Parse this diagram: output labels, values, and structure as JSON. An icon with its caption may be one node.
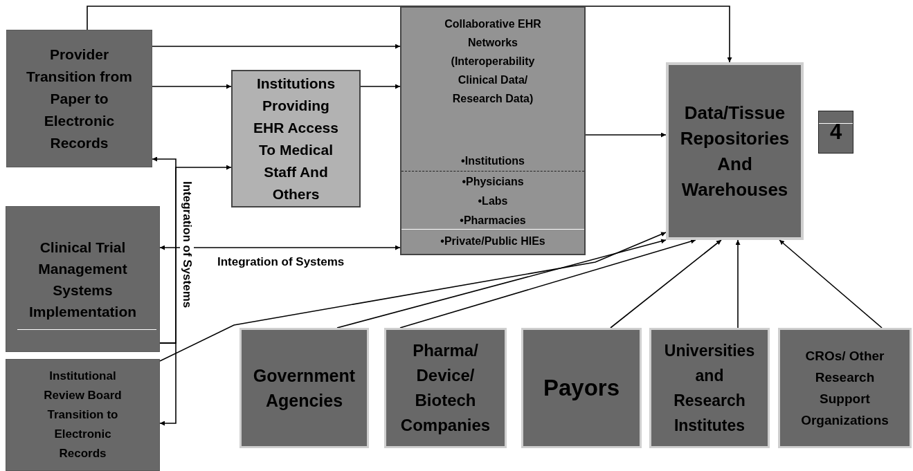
{
  "diagram": {
    "nodes": [
      {
        "text": [
          "Provider Transition from Paper to Electronic Records"
        ]
      },
      {
        "text": [
          "Institutions Providing EHR Access To Medical Staff And Others"
        ]
      },
      {
        "text": [
          "Collaborative EHR Networks (Interoperability Clinical Data/ Research Data)",
          "•Institutions",
          "•Physicians",
          "•Labs",
          "•Pharmacies",
          "•Private/Public HIEs"
        ]
      },
      {
        "text": [
          "Data/Tissue Repositories And Warehouses"
        ]
      },
      {
        "text": [
          "4"
        ]
      },
      {
        "text": [
          "Clinical Trial Management Systems Implementation"
        ]
      },
      {
        "text": [
          "Institutional Review Board Transition to Electronic Records"
        ]
      },
      {
        "text": [
          "Government Agencies"
        ]
      },
      {
        "text": [
          "Pharma/ Device/ Biotech Companies"
        ]
      },
      {
        "text": [
          "Payors"
        ]
      },
      {
        "text": [
          "Universities and Research Institutes"
        ]
      },
      {
        "text": [
          "CROs/ Other Research Support Organizations"
        ]
      }
    ],
    "edges": [
      {
        "from": 0,
        "to": 3,
        "arrow": "to"
      },
      {
        "from": 0,
        "to": 2,
        "arrow": "to"
      },
      {
        "from": 0,
        "to": 1,
        "arrow": "to"
      },
      {
        "from": 1,
        "to": 2,
        "arrow": "to"
      },
      {
        "from": 2,
        "to": 3,
        "arrow": "to"
      },
      {
        "from": 5,
        "to": 0,
        "arrow": "to"
      },
      {
        "from": 5,
        "to": 1,
        "arrow": "to",
        "label": "Integration of Systems"
      },
      {
        "from": 5,
        "to": 6,
        "arrow": "to"
      },
      {
        "from": 5,
        "to": 2,
        "arrow": "both",
        "label": "Integration of Systems"
      },
      {
        "from": 6,
        "to": 3,
        "arrow": "to"
      },
      {
        "from": 7,
        "to": 3,
        "arrow": "to"
      },
      {
        "from": 8,
        "to": 3,
        "arrow": "to"
      },
      {
        "from": 9,
        "to": 3,
        "arrow": "to"
      },
      {
        "from": 10,
        "to": 3,
        "arrow": "to"
      },
      {
        "from": 11,
        "to": 3,
        "arrow": "to"
      }
    ]
  }
}
